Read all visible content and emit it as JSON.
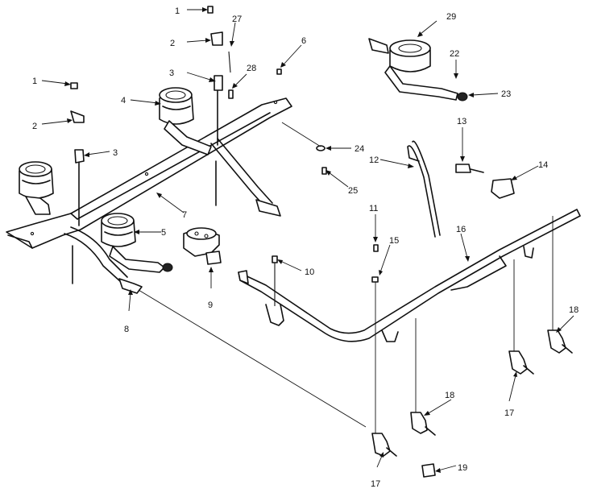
{
  "callouts": [
    {
      "id": "c1a",
      "text": "1"
    },
    {
      "id": "c2a",
      "text": "2"
    },
    {
      "id": "c27",
      "text": "27"
    },
    {
      "id": "c3a",
      "text": "3"
    },
    {
      "id": "c28",
      "text": "28"
    },
    {
      "id": "c6",
      "text": "6"
    },
    {
      "id": "c29",
      "text": "29"
    },
    {
      "id": "c22",
      "text": "22"
    },
    {
      "id": "c23",
      "text": "23"
    },
    {
      "id": "c1b",
      "text": "1"
    },
    {
      "id": "c4",
      "text": "4"
    },
    {
      "id": "c2b",
      "text": "2"
    },
    {
      "id": "c3b",
      "text": "3"
    },
    {
      "id": "c13",
      "text": "13"
    },
    {
      "id": "c24",
      "text": "24"
    },
    {
      "id": "c12",
      "text": "12"
    },
    {
      "id": "c14",
      "text": "14"
    },
    {
      "id": "c25",
      "text": "25"
    },
    {
      "id": "c7",
      "text": "7"
    },
    {
      "id": "c11",
      "text": "11"
    },
    {
      "id": "c5",
      "text": "5"
    },
    {
      "id": "c16",
      "text": "16"
    },
    {
      "id": "c15",
      "text": "15"
    },
    {
      "id": "c10",
      "text": "10"
    },
    {
      "id": "c9",
      "text": "9"
    },
    {
      "id": "c8",
      "text": "8"
    },
    {
      "id": "c18a",
      "text": "18"
    },
    {
      "id": "c17a",
      "text": "17"
    },
    {
      "id": "c18b",
      "text": "18"
    },
    {
      "id": "c19",
      "text": "19"
    },
    {
      "id": "c17b",
      "text": "17"
    }
  ],
  "colors": {
    "ink": "#111111",
    "paper": "#ffffff"
  }
}
